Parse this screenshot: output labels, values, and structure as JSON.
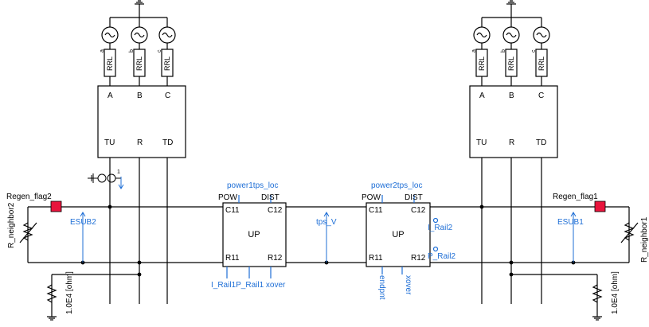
{
  "transformer_left": {
    "ports_top": [
      "A",
      "B",
      "C"
    ],
    "ports_bottom": [
      "TU",
      "R",
      "TD"
    ]
  },
  "transformer_right": {
    "ports_top": [
      "A",
      "B",
      "C"
    ],
    "ports_bottom": [
      "TU",
      "R",
      "TD"
    ]
  },
  "source_labels": [
    "a",
    "b",
    "c"
  ],
  "rrl_label": "RRL",
  "up_left": {
    "title": "UP",
    "pins": {
      "pow": "POW",
      "dist": "DIST",
      "c11": "C11",
      "c12": "C12",
      "r11": "R11",
      "r12": "R12"
    },
    "signal_top": "power1tps_loc",
    "signal_bottom": "I_Rail1P_Rail1 xover"
  },
  "up_right": {
    "title": "UP",
    "pins": {
      "pow": "POW",
      "dist": "DIST",
      "c11": "C11",
      "c12": "C12",
      "r11": "R11",
      "r12": "R12"
    },
    "signal_top": "power2tps_loc",
    "signal_i_rail2": "I_Rail2",
    "signal_p_rail2": "P_Rail2",
    "signal_endpnt": "endpnt",
    "signal_xover": "xover"
  },
  "labels": {
    "tps_v": "tps_V",
    "esub2": "ESUB2",
    "esub1": "ESUB1",
    "regen_flag2": "Regen_flag2",
    "regen_flag1": "Regen_flag1",
    "r_neighbor2": "R_neighbor2",
    "r_neighbor1": "R_neighbor1",
    "ground_res_left": "1.0E4 [ohm]",
    "ground_res_right": "1.0E4 [ohm]",
    "meter_num": "1"
  },
  "colors": {
    "wire": "#000000",
    "signal": "#1f6fd6",
    "flag": "#e8143c"
  }
}
